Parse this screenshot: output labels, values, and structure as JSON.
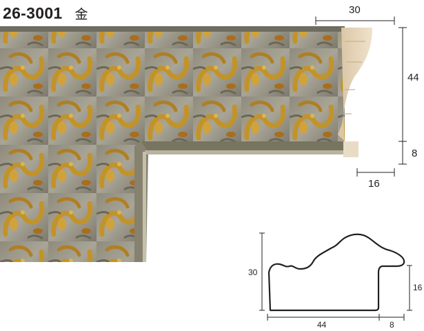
{
  "product": {
    "code": "26-3001",
    "color": "金"
  },
  "photo_dimensions": {
    "width_top": "30",
    "height_right": "44",
    "lip_height": "8",
    "lip_width": "16"
  },
  "profile_dimensions": {
    "height_left": "30",
    "height_right": "16",
    "width_bottom": "44",
    "lip_width": "8"
  },
  "colors": {
    "frame_base": "#9a9788",
    "gold": "#c2932a",
    "wood": "#e8d7bd",
    "line": "#231f20"
  }
}
